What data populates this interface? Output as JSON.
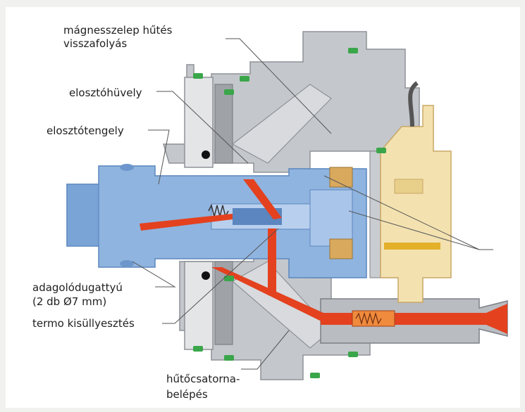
{
  "labels": {
    "solenoid_cooling_return": [
      "mágnesszelep hűtés",
      "visszafolyás"
    ],
    "distributor_sleeve": "elosztóhüvely",
    "distributor_shaft": "elosztótengely",
    "metering_pistons": [
      "adagolódugattyú",
      "(2 db Ø7 mm)"
    ],
    "thermal_countersink": "termo kisüllyesztés",
    "cooling_channel_inlet": [
      "hűtőcsatorna-",
      "belépés"
    ]
  },
  "colors": {
    "background": "#f1f1ef",
    "housing_gray": "#c4c7cb",
    "housing_dark": "#9fa3a8",
    "shaft_blue": "#8fb4df",
    "shaft_blue_dark": "#5b86bf",
    "fuel_red": "#e4411f",
    "solenoid_yellow": "#f3e2b0",
    "seal_green": "#3aa64a",
    "label_line": "#555555"
  }
}
